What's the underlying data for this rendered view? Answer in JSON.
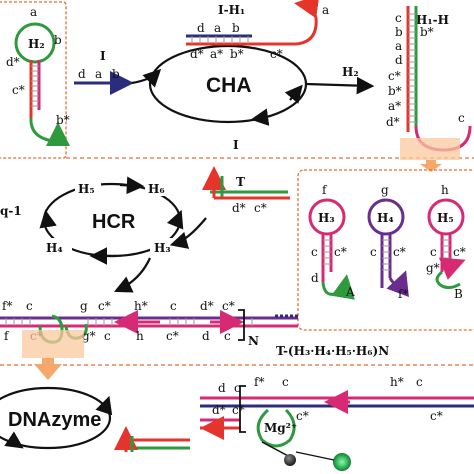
{
  "colors": {
    "red": "#e4342c",
    "pink": "#d62b74",
    "green": "#2f9a3d",
    "purple": "#6a2c8f",
    "navy": "#2b2c7c",
    "box_border": "#e76a3a",
    "highlight": "#f9c9a0",
    "arrow_fill": "#f6a86b",
    "mg_green": "#2ebd5b"
  },
  "h2_box": {
    "name": "H₂",
    "labels": {
      "a": "a",
      "b": "b",
      "d_star": "d*",
      "c_star": "c*",
      "b_star": "b*"
    }
  },
  "strand_I": {
    "name": "I",
    "labels": [
      "d",
      "a",
      "b"
    ]
  },
  "cha": {
    "title": "CHA",
    "complex_name": "I-H₁",
    "top_labels": [
      "d",
      "a",
      "b"
    ],
    "bottom_labels": [
      "d*",
      "a*",
      "b*",
      "c*"
    ],
    "hairpin_label": "a",
    "input_label": "H₂",
    "output_label": "I"
  },
  "h1h2": {
    "name": "H₁-H",
    "left_labels": [
      "c",
      "b",
      "a",
      "d",
      "c*",
      "b*",
      "a*",
      "d*"
    ],
    "right_label": "b*",
    "tail_label": "c"
  },
  "hcr": {
    "title": "HCR",
    "side_label": "q-1",
    "nodes": [
      "H₅",
      "H₆",
      "H₃",
      "H₄"
    ]
  },
  "trigger_T": {
    "name": "T",
    "labels": [
      "d*",
      "c*"
    ]
  },
  "hairpins": [
    {
      "name": "H₃",
      "loop_label": "f",
      "labels": [
        "c",
        "c*",
        "d"
      ],
      "tail_label": "A"
    },
    {
      "name": "H₄",
      "loop_label": "g",
      "labels": [
        "c",
        "c*",
        "f*"
      ],
      "tail_label": ""
    },
    {
      "name": "H₅",
      "loop_label": "h",
      "labels": [
        "c",
        "c*",
        "g*"
      ],
      "tail_label": "B"
    }
  ],
  "polymer": {
    "top_labels": [
      "f*",
      "c",
      "g",
      "c*",
      "h*",
      "c",
      "d*",
      "c*"
    ],
    "bottom_labels": [
      "f",
      "c*",
      "g*",
      "c",
      "h",
      "c*",
      "d",
      "c"
    ],
    "n_label": "N",
    "formula": "T-(H₃·H₄·H₅·H₆)N"
  },
  "dnazyme": {
    "title": "DNAzyme",
    "top_labels": [
      "d",
      "c",
      "f*",
      "c",
      "h*",
      "c"
    ],
    "bottom_labels": [
      "d*",
      "c*",
      "c*",
      "c*"
    ],
    "mg_label": "Mg²⁺"
  }
}
